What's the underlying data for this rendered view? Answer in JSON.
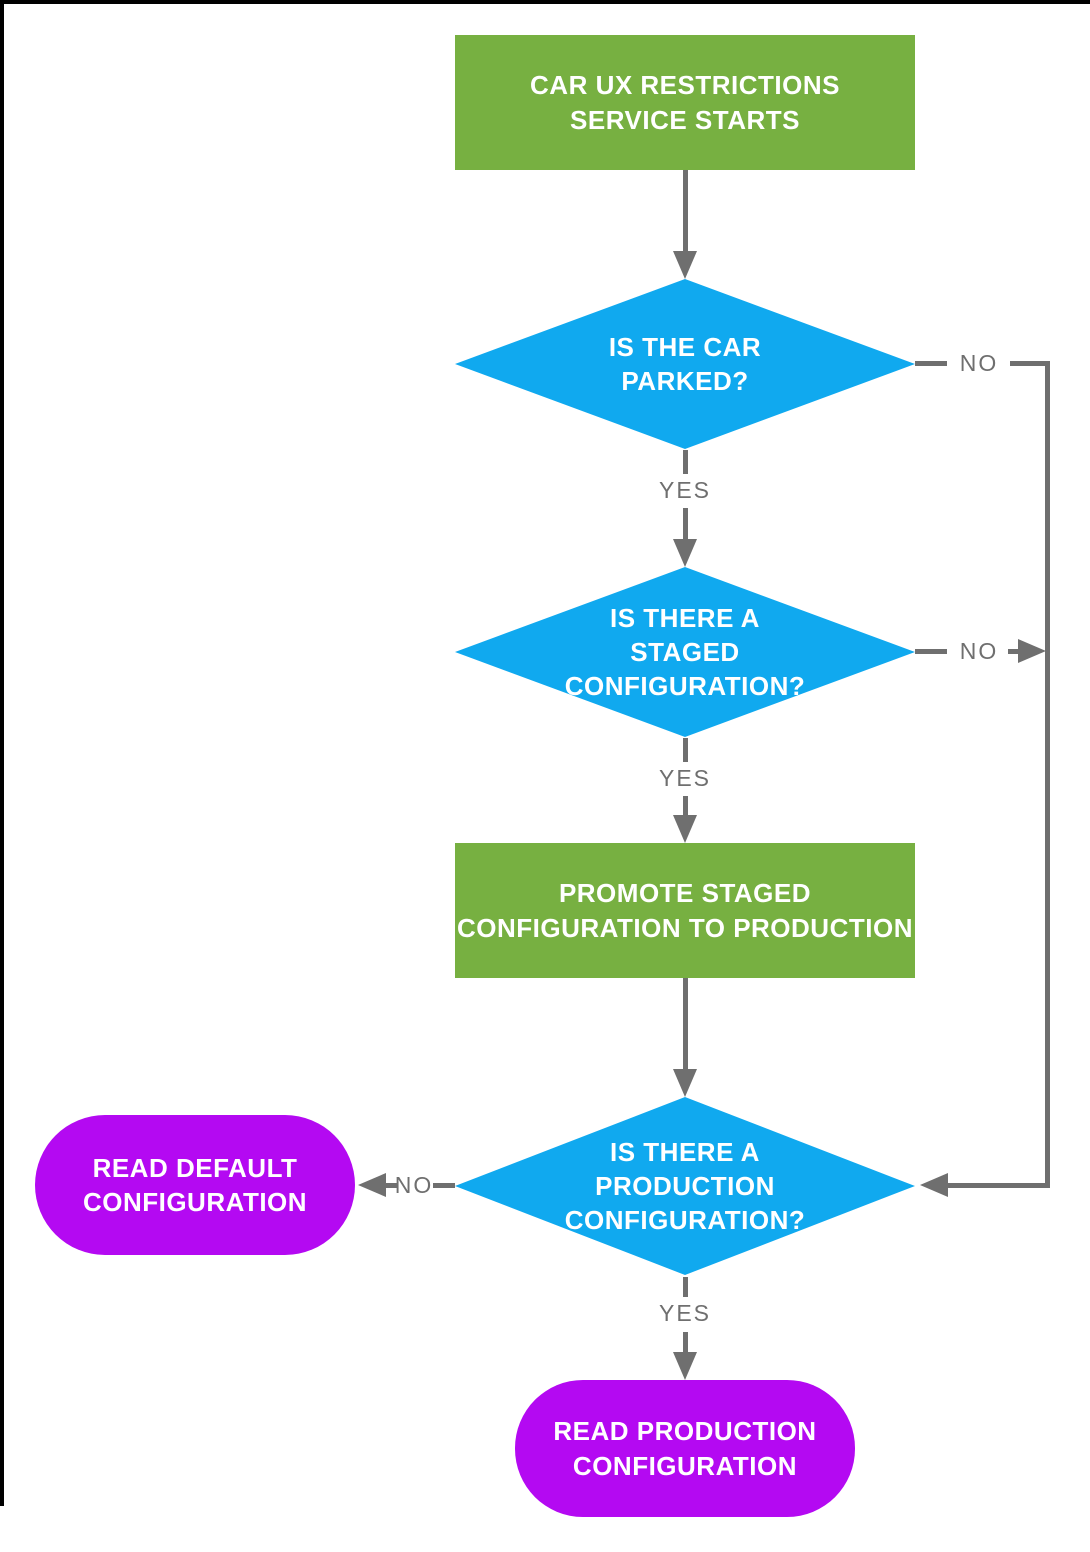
{
  "flowchart": {
    "nodes": {
      "start": {
        "label": "CAR UX RESTRICTIONS\nSERVICE STARTS",
        "shape": "rectangle",
        "fill": "#77B041"
      },
      "car_parked": {
        "label": "IS THE CAR\nPARKED?",
        "shape": "diamond",
        "fill": "#10A9EF"
      },
      "staged_config": {
        "label": "IS THERE A\nSTAGED\nCONFIGURATION?",
        "shape": "diamond",
        "fill": "#10A9EF"
      },
      "promote": {
        "label": "PROMOTE STAGED\nCONFIGURATION TO PRODUCTION",
        "shape": "rectangle",
        "fill": "#77B041"
      },
      "production_config": {
        "label": "IS THERE A\nPRODUCTION\nCONFIGURATION?",
        "shape": "diamond",
        "fill": "#10A9EF"
      },
      "read_default": {
        "label": "READ DEFAULT\nCONFIGURATION",
        "shape": "rounded-pill",
        "fill": "#B409F2"
      },
      "read_production": {
        "label": "READ PRODUCTION\nCONFIGURATION",
        "shape": "rounded-pill",
        "fill": "#B409F2"
      }
    },
    "labels": {
      "parked_yes": "YES",
      "parked_no": "NO",
      "staged_yes": "YES",
      "staged_no": "NO",
      "production_yes": "YES",
      "production_no": "NO"
    },
    "edges": [
      {
        "from": "start",
        "to": "car_parked",
        "label": ""
      },
      {
        "from": "car_parked",
        "to": "staged_config",
        "label": "YES"
      },
      {
        "from": "car_parked",
        "to": "production_config",
        "label": "NO"
      },
      {
        "from": "staged_config",
        "to": "promote",
        "label": "YES"
      },
      {
        "from": "staged_config",
        "to": "production_config",
        "label": "NO"
      },
      {
        "from": "promote",
        "to": "production_config",
        "label": ""
      },
      {
        "from": "production_config",
        "to": "read_default",
        "label": "NO"
      },
      {
        "from": "production_config",
        "to": "read_production",
        "label": "YES"
      }
    ],
    "colors": {
      "process_green": "#77B041",
      "decision_blue": "#10A9EF",
      "terminal_purple": "#B409F2",
      "connector_gray": "#6F6F6F",
      "node_text": "#FFFFFF",
      "frame_black": "#000000"
    }
  }
}
